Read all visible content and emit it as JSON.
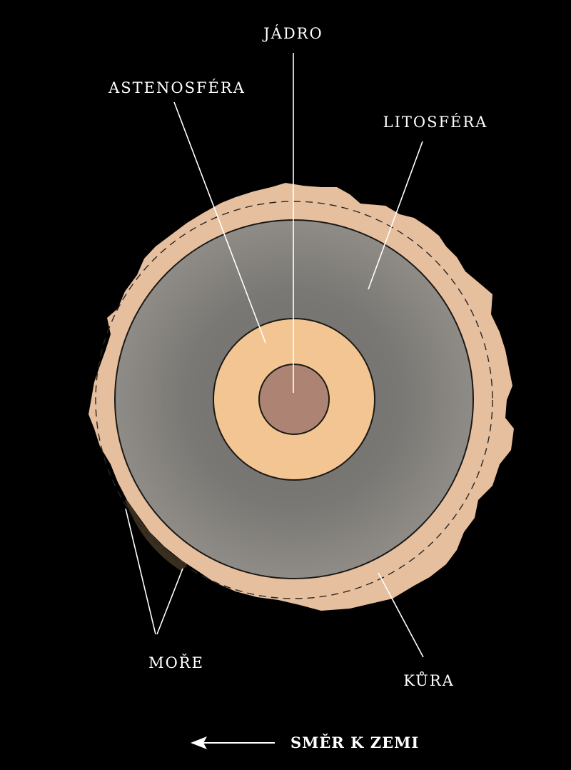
{
  "labels": {
    "core": "JÁDRO",
    "asthenosphere": "ASTENOSFÉRA",
    "lithosphere": "LITOSFÉRA",
    "seas": "MOŘE",
    "crust": "KŮRA",
    "direction": "SMĚR K ZEMI"
  },
  "colors": {
    "background": "#000000",
    "crust": "#e6bf9f",
    "mantle": "#7c7a76",
    "mantle_light": "#8d8a85",
    "asthenosphere": "#f2c592",
    "core": "#ad8473",
    "sea": "#3a2e1f",
    "line": "#ffffff"
  }
}
